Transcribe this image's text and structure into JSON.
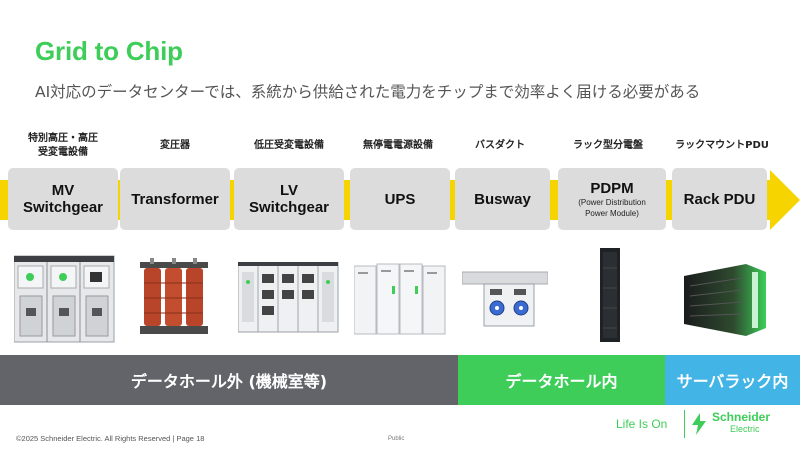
{
  "slide": {
    "title": "Grid to Chip",
    "subtitle": "AI対応のデータセンターでは、系統から供給された電力をチップまで効率よく届ける必要がある"
  },
  "stages": [
    {
      "label_line1": "特別高圧・高圧",
      "label_line2": "受変電設備",
      "name_line1": "MV",
      "name_line2": "Switchgear"
    },
    {
      "label_line1": "変圧器",
      "label_line2": "",
      "name_line1": "Transformer",
      "name_line2": ""
    },
    {
      "label_line1": "低圧受変電設備",
      "label_line2": "",
      "name_line1": "LV",
      "name_line2": "Switchgear"
    },
    {
      "label_line1": "無停電電源設備",
      "label_line2": "",
      "name_line1": "UPS",
      "name_line2": ""
    },
    {
      "label_line1": "バスダクト",
      "label_line2": "",
      "name_line1": "Busway",
      "name_line2": ""
    },
    {
      "label_line1": "ラック型分電盤",
      "label_line2": "",
      "name_line1": "PDPM",
      "name_line2": "",
      "sub_line1": "(Power Distribution",
      "sub_line2": "Power Module)"
    },
    {
      "label_line1": "ラックマウントPDU",
      "label_line2": "",
      "name_line1": "Rack PDU",
      "name_line2": ""
    }
  ],
  "zones": [
    {
      "label": "データホール外 (機械室等)",
      "color": "#626469"
    },
    {
      "label": "データホール内",
      "color": "#3dcd58"
    },
    {
      "label": "サーバラック内",
      "color": "#42b4e6"
    }
  ],
  "colors": {
    "accent": "#3dcd58",
    "arrow": "#f5d400",
    "box": "#dcdcdc"
  },
  "footer": {
    "copyright": "©2025 Schneider Electric. All Rights Reserved | Page 18",
    "classification": "Public",
    "tagline": "Life Is On",
    "brand_line1": "Schneider",
    "brand_line2": "Electric"
  }
}
